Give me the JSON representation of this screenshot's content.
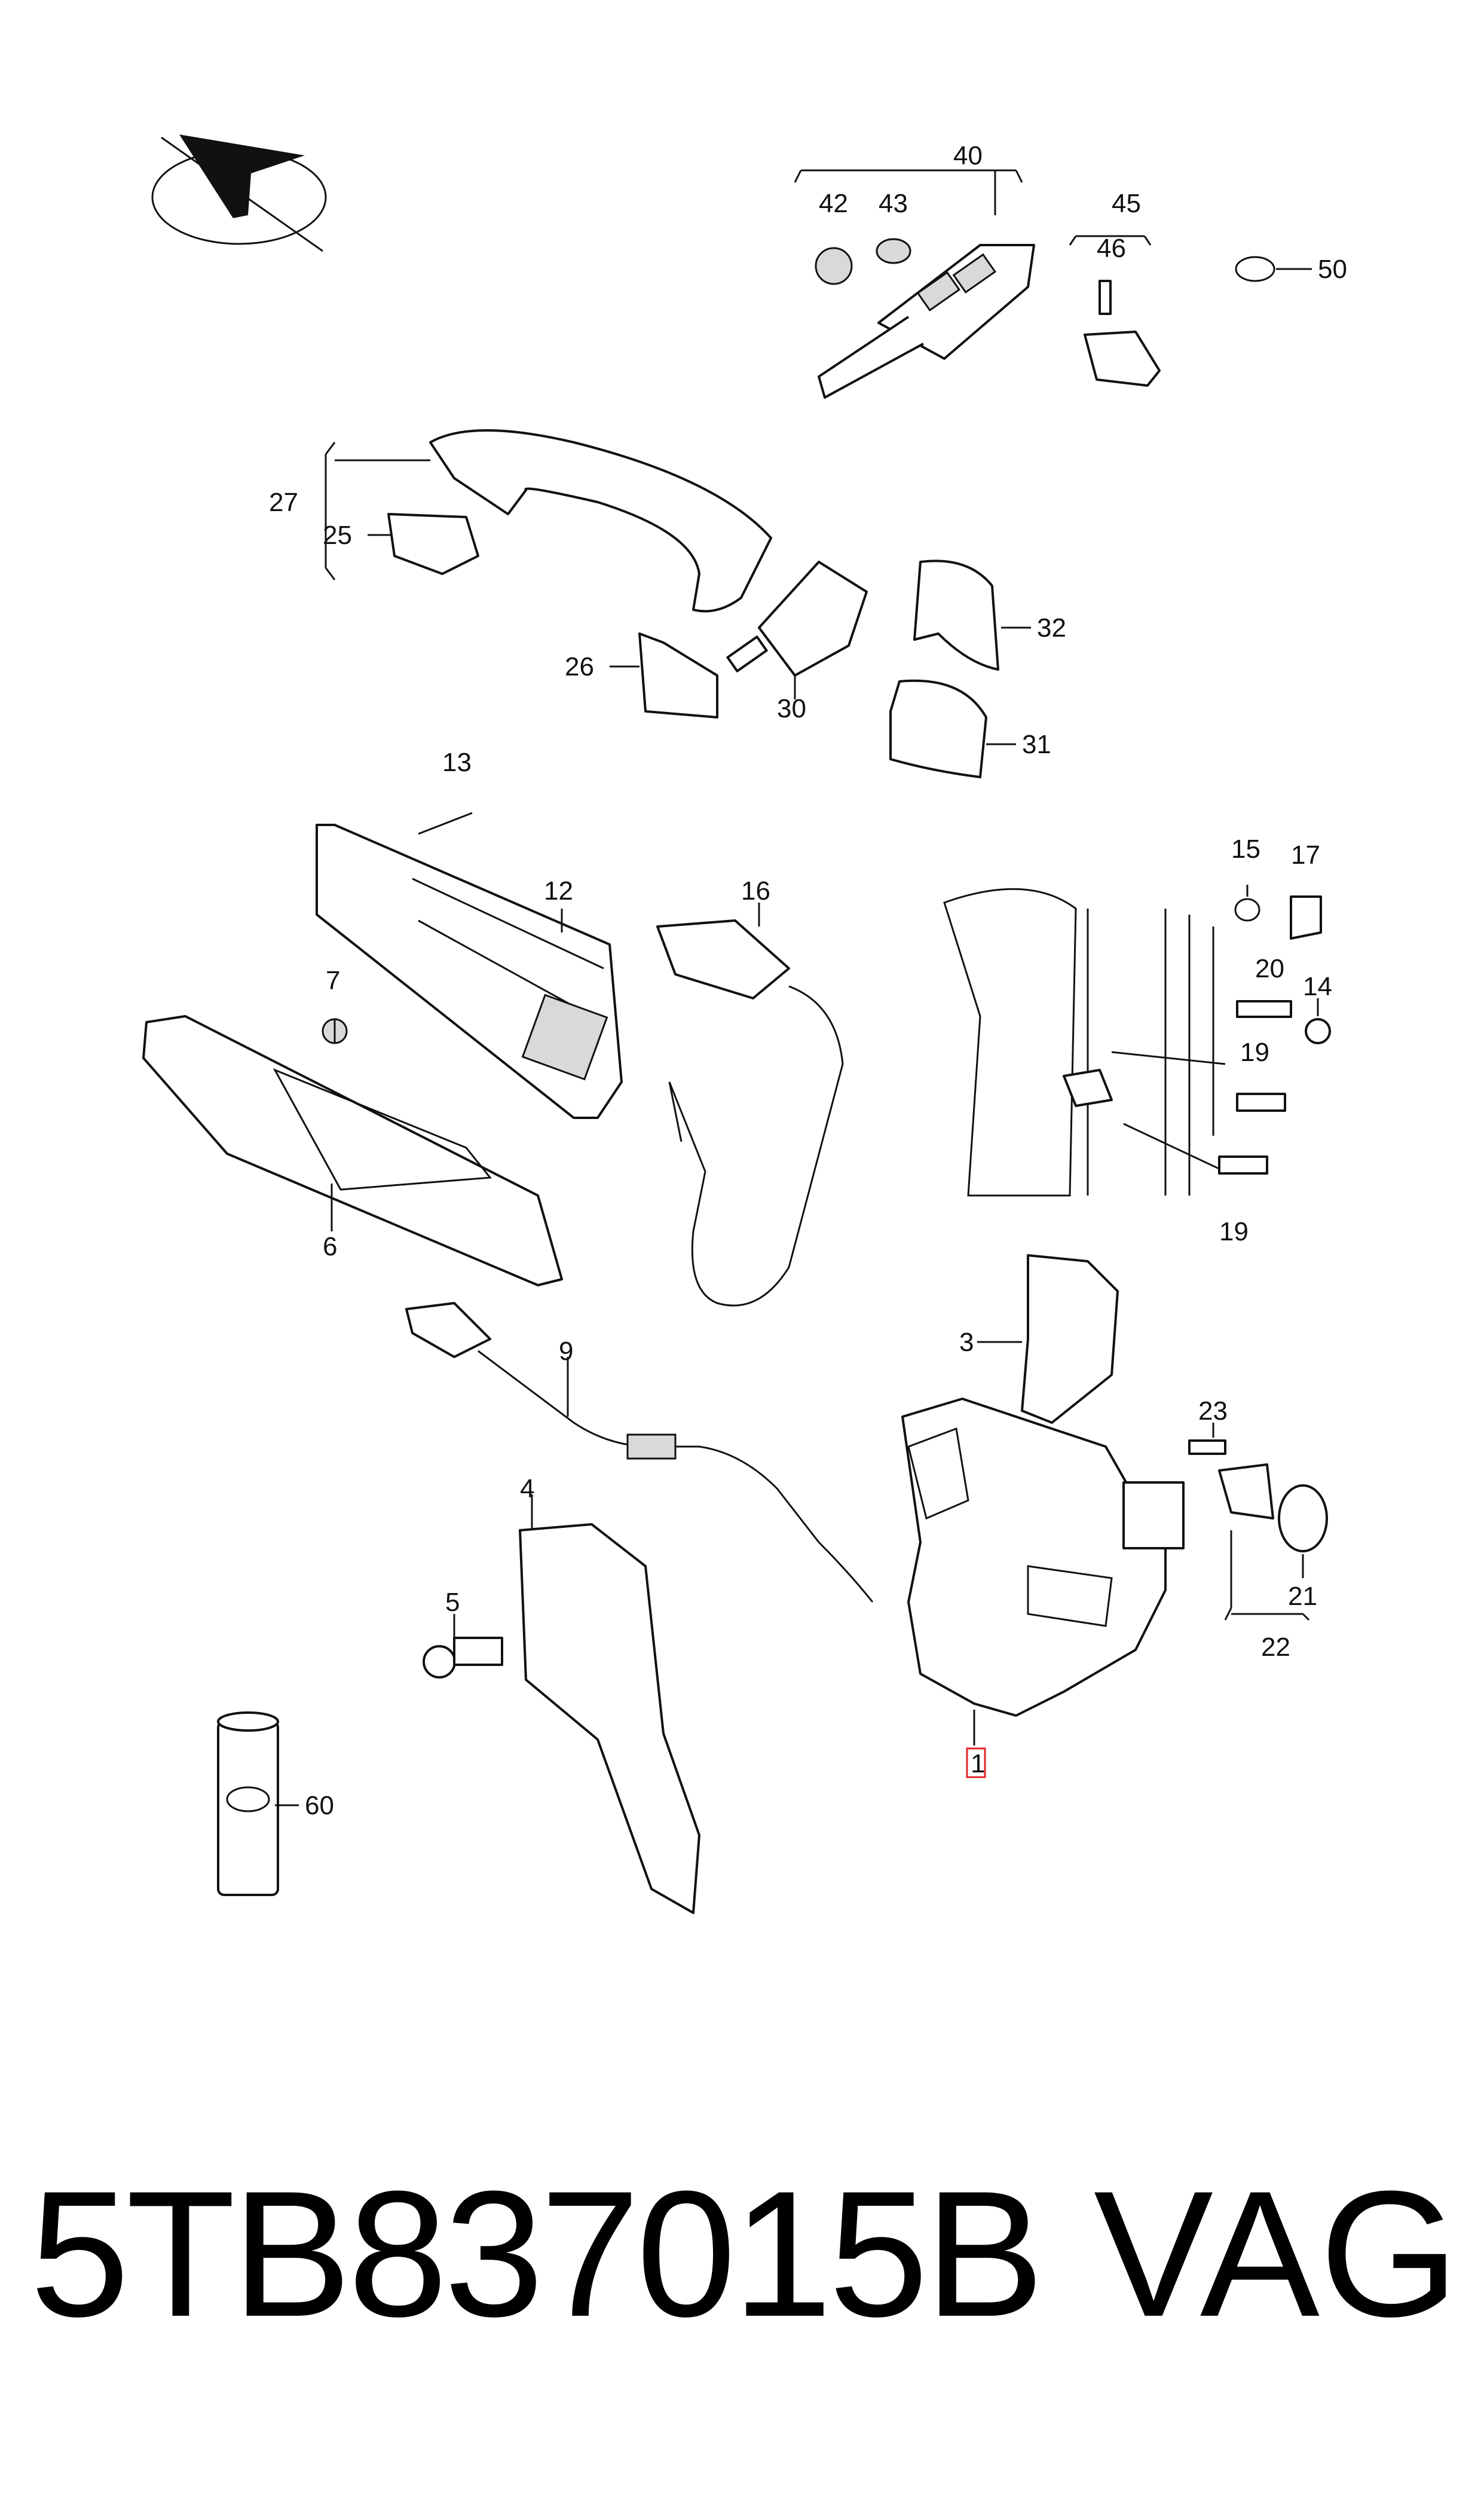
{
  "callouts": {
    "c1": "1",
    "c3": "3",
    "c4": "4",
    "c5": "5",
    "c6": "6",
    "c7": "7",
    "c9": "9",
    "c12": "12",
    "c13": "13",
    "c14": "14",
    "c15": "15",
    "c16": "16",
    "c17": "17",
    "c19a": "19",
    "c19b": "19",
    "c20": "20",
    "c21": "21",
    "c22": "22",
    "c23": "23",
    "c25": "25",
    "c26": "26",
    "c27": "27",
    "c30": "30",
    "c31": "31",
    "c32": "32",
    "c40": "40",
    "c42": "42",
    "c43": "43",
    "c45": "45",
    "c46": "46",
    "c50": "50",
    "c60": "60"
  },
  "footer": {
    "part_number": "5TB837015B",
    "brand": "VAG"
  },
  "highlight_color": "#e0262b"
}
